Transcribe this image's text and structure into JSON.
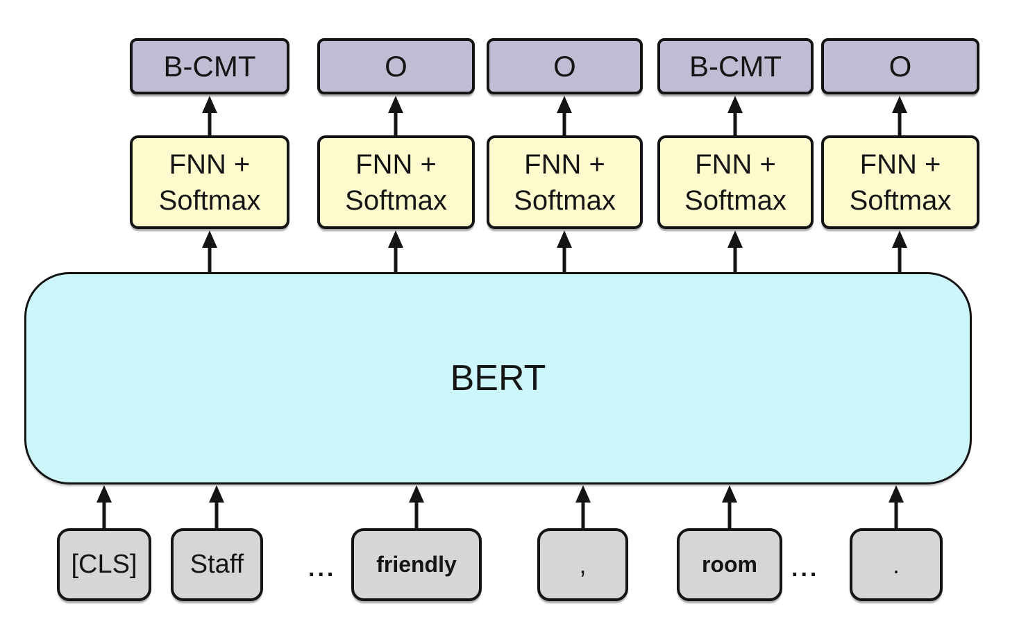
{
  "output_row": {
    "labels": [
      "B-CMT",
      "O",
      "O",
      "B-CMT",
      "O"
    ]
  },
  "classifier": {
    "line1": "FNN +",
    "line2": "Softmax"
  },
  "encoder": {
    "label": "BERT"
  },
  "input_row": {
    "tokens": [
      "[CLS]",
      "Staff",
      "friendly",
      ",",
      "room",
      "."
    ],
    "ellipsis": "..."
  },
  "colors": {
    "output_fill": "#c1bcd4",
    "classifier_fill": "#fdfacd",
    "encoder_fill": "#ccf6f9",
    "token_fill": "#d6d6d6",
    "line_color": "#141414"
  }
}
